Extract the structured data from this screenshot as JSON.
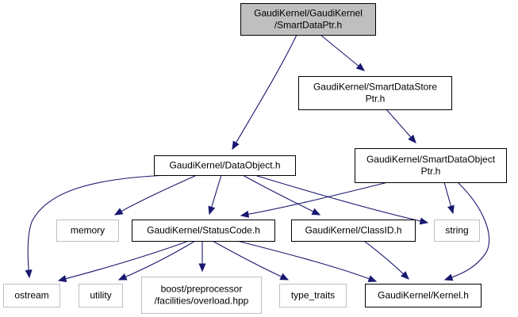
{
  "graph": {
    "nodes": {
      "smartdataptr": {
        "lines": [
          "GaudiKernel/GaudiKernel",
          "/SmartDataPtr.h"
        ],
        "kind": "root"
      },
      "smartdatastoreptr": {
        "lines": [
          "GaudiKernel/SmartDataStore",
          "Ptr.h"
        ],
        "kind": "internal"
      },
      "dataobject": {
        "lines": [
          "GaudiKernel/DataObject.h"
        ],
        "kind": "internal"
      },
      "smartdataobjectptr": {
        "lines": [
          "GaudiKernel/SmartDataObject",
          "Ptr.h"
        ],
        "kind": "internal"
      },
      "memory": {
        "lines": [
          "memory"
        ],
        "kind": "external"
      },
      "statuscode": {
        "lines": [
          "GaudiKernel/StatusCode.h"
        ],
        "kind": "internal"
      },
      "classid": {
        "lines": [
          "GaudiKernel/ClassID.h"
        ],
        "kind": "internal"
      },
      "string": {
        "lines": [
          "string"
        ],
        "kind": "external"
      },
      "ostream": {
        "lines": [
          "ostream"
        ],
        "kind": "external"
      },
      "utility": {
        "lines": [
          "utility"
        ],
        "kind": "external"
      },
      "overload": {
        "lines": [
          "boost/preprocessor",
          "/facilities/overload.hpp"
        ],
        "kind": "external"
      },
      "typetraits": {
        "lines": [
          "type_traits"
        ],
        "kind": "external"
      },
      "kernel": {
        "lines": [
          "GaudiKernel/Kernel.h"
        ],
        "kind": "internal"
      }
    },
    "edges": [
      [
        "smartdataptr",
        "smartdatastoreptr"
      ],
      [
        "smartdataptr",
        "dataobject"
      ],
      [
        "smartdatastoreptr",
        "smartdataobjectptr"
      ],
      [
        "dataobject",
        "memory"
      ],
      [
        "dataobject",
        "statuscode"
      ],
      [
        "dataobject",
        "classid"
      ],
      [
        "dataobject",
        "string"
      ],
      [
        "dataobject",
        "ostream"
      ],
      [
        "smartdataobjectptr",
        "statuscode"
      ],
      [
        "smartdataobjectptr",
        "string"
      ],
      [
        "smartdataobjectptr",
        "kernel"
      ],
      [
        "statuscode",
        "ostream"
      ],
      [
        "statuscode",
        "utility"
      ],
      [
        "statuscode",
        "overload"
      ],
      [
        "statuscode",
        "typetraits"
      ],
      [
        "statuscode",
        "kernel"
      ],
      [
        "classid",
        "kernel"
      ]
    ],
    "colors": {
      "edge": "#191970",
      "root_fill": "#bfbfbf",
      "external_border": "#bfbfbf",
      "internal_border": "#000000"
    }
  }
}
